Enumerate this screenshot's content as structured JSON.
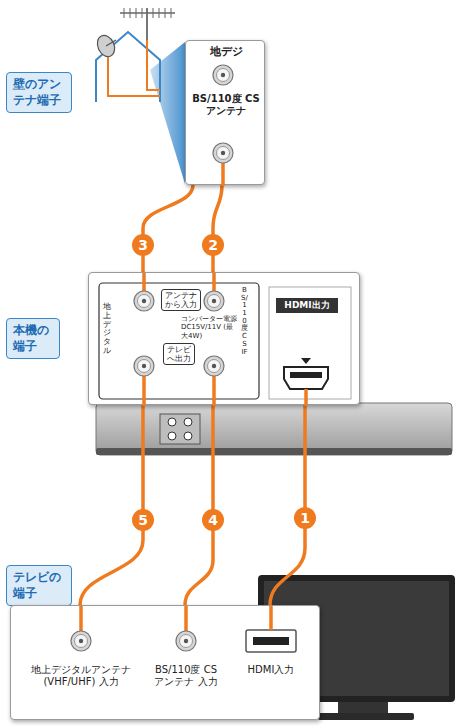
{
  "diagram": {
    "nodes": [
      {
        "text": [
          "壁のアンテナ端子"
        ]
      },
      {
        "text": [
          "地デジ",
          "BS/110度 CSアンテナ"
        ]
      },
      {
        "text": [
          "本機の端子"
        ]
      },
      {
        "text": [
          "地上デジタル",
          "コンバーター電源 DC15V/11V (最大4W)",
          "BS/110度 CS IF"
        ]
      },
      {
        "text": [
          "アンテナから入力"
        ],
        "in": 3
      },
      {
        "text": [
          "テレビへ出力"
        ],
        "in": 3
      },
      {
        "text": [
          "HDMI出力"
        ],
        "in": 3
      },
      {
        "text": [
          "テレビの端子"
        ]
      },
      {
        "text": [
          "地上デジタルアンテナ (VHF/UHF) 入力",
          "BS/110度 CSアンテナ 入力",
          "HDMI入力"
        ]
      }
    ],
    "edges": [
      {
        "from": 1,
        "to": 3,
        "label": "3",
        "arrow": "none"
      },
      {
        "from": 1,
        "to": 3,
        "label": "2",
        "arrow": "none"
      },
      {
        "from": 3,
        "to": 8,
        "label": "5",
        "arrow": "none"
      },
      {
        "from": 3,
        "to": 8,
        "label": "4",
        "arrow": "none"
      },
      {
        "from": 3,
        "to": 8,
        "label": "1",
        "arrow": "none"
      }
    ]
  }
}
